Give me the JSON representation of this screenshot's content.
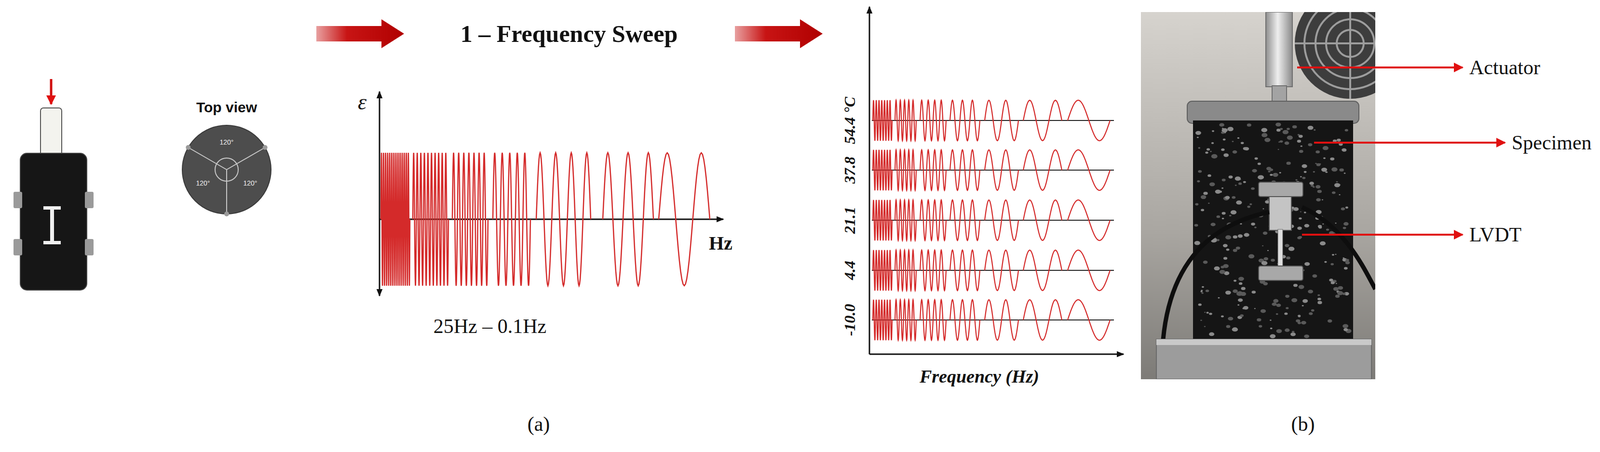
{
  "diagram": {
    "labels": [
      "Top view",
      "120°",
      "120°",
      "120°",
      "1 – Frequency Sweep",
      "ε",
      "Hz",
      "25Hz – 0.1Hz",
      "54.4 °C",
      "37.8",
      "21.1",
      "4.4",
      "-10.0",
      "Frequency (Hz)",
      "Actuator",
      "Specimen",
      "LVDT",
      "(a)",
      "(b)"
    ]
  }
}
